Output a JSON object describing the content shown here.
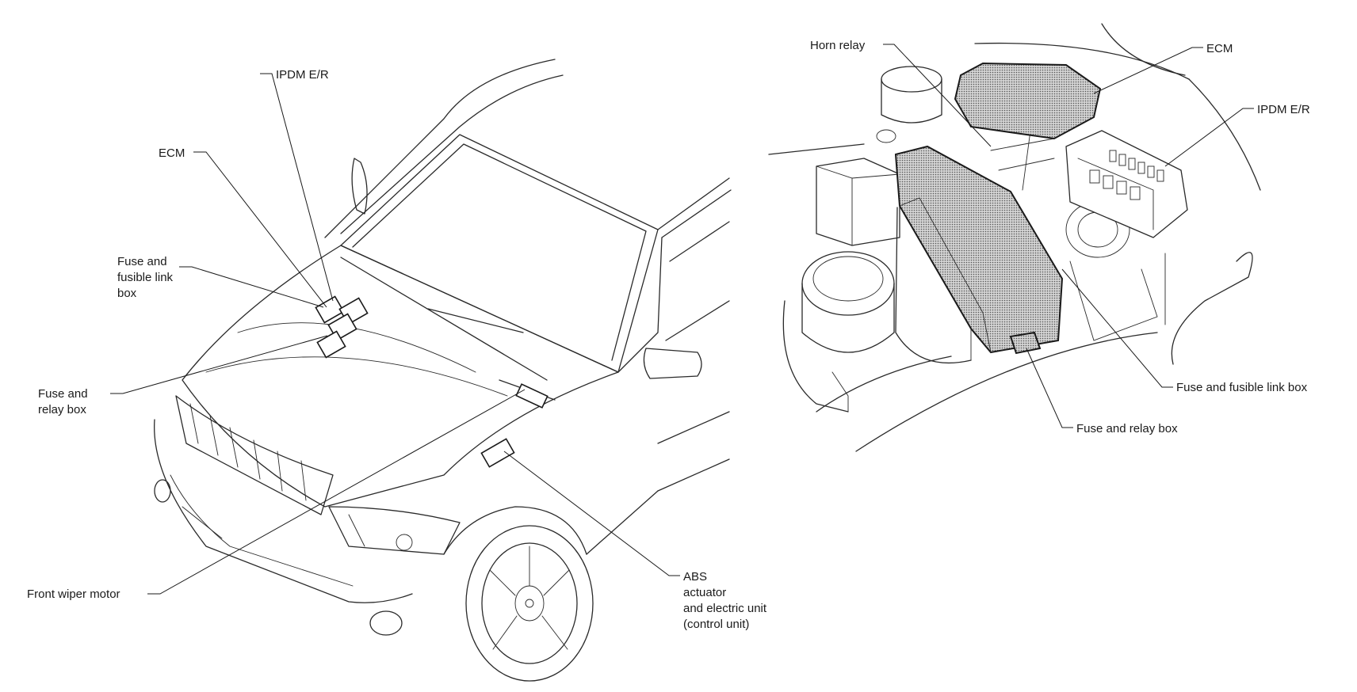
{
  "left_view": {
    "labels": {
      "ipdm": "IPDM E/R",
      "ecm": "ECM",
      "fuse_link_1": "Fuse and",
      "fuse_link_2": "fusible link",
      "fuse_link_3": "box",
      "fuse_relay_1": "Fuse and",
      "fuse_relay_2": "relay box",
      "wiper": "Front wiper motor",
      "abs_1": "ABS",
      "abs_2": "actuator",
      "abs_3": "and electric unit",
      "abs_4": "(control unit)"
    }
  },
  "right_view": {
    "labels": {
      "horn": "Horn relay",
      "ecm": "ECM",
      "ipdm": "IPDM E/R",
      "fuse_link": "Fuse and fusible link box",
      "fuse_relay": "Fuse and relay box"
    }
  }
}
